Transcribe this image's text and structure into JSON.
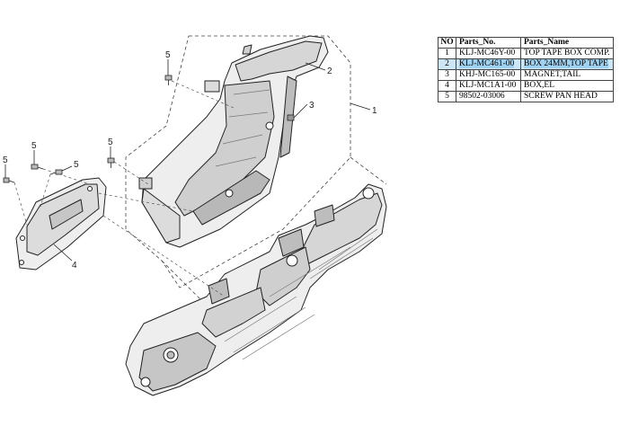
{
  "table": {
    "headers": [
      "NO",
      "Parts_No.",
      "Parts_Name"
    ],
    "rows": [
      {
        "no": "1",
        "part_no": "KLJ-MC46Y-00",
        "part_name": "TOP TAPE BOX COMP."
      },
      {
        "no": "2",
        "part_no": "KLJ-MC461-00",
        "part_name": "BOX 24MM,TOP TAPE"
      },
      {
        "no": "3",
        "part_no": "KHJ-MC165-00",
        "part_name": "MAGNET,TAIL"
      },
      {
        "no": "4",
        "part_no": "KLJ-MC1A1-00",
        "part_name": "BOX,EL"
      },
      {
        "no": "5",
        "part_no": "98502-03006",
        "part_name": "SCREW PAN HEAD"
      }
    ],
    "selected_row": "2"
  },
  "callouts": {
    "c1": "1",
    "c2": "2",
    "c3": "3",
    "c4": "4",
    "c5a": "5",
    "c5b": "5",
    "c5c": "5",
    "c5d": "5",
    "c5e": "5"
  },
  "colors": {
    "line": "#222222",
    "fill_light": "#eeeeee",
    "fill_mid": "#c8c8c8",
    "selection": "#9fd2f0"
  }
}
